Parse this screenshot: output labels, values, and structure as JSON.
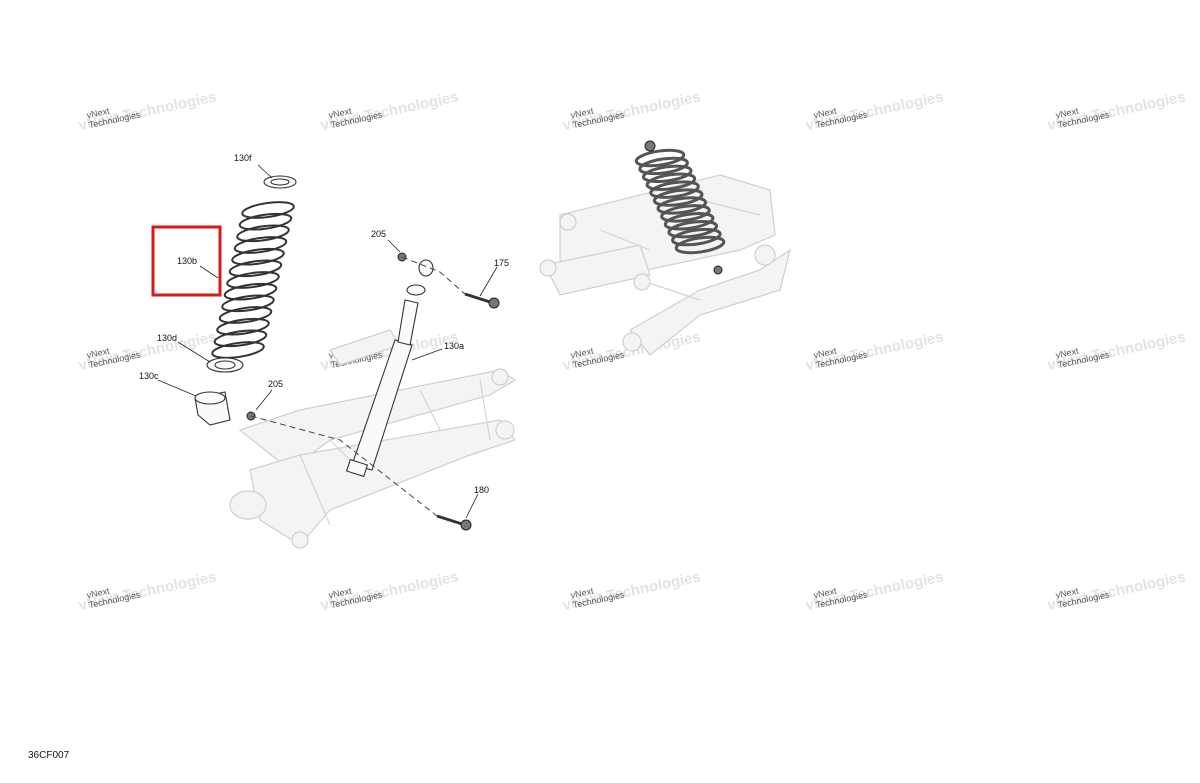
{
  "callouts": {
    "c130f": "130f",
    "c130b": "130b",
    "c130d": "130d",
    "c130c": "130c",
    "c205a": "205",
    "c205b": "205",
    "c175": "175",
    "c130a": "130a",
    "c180": "180"
  },
  "watermark": {
    "line1": "vNext",
    "line2": "Technologies"
  },
  "figure_id": "36CF007",
  "colors": {
    "highlight": "#d71a1a"
  }
}
